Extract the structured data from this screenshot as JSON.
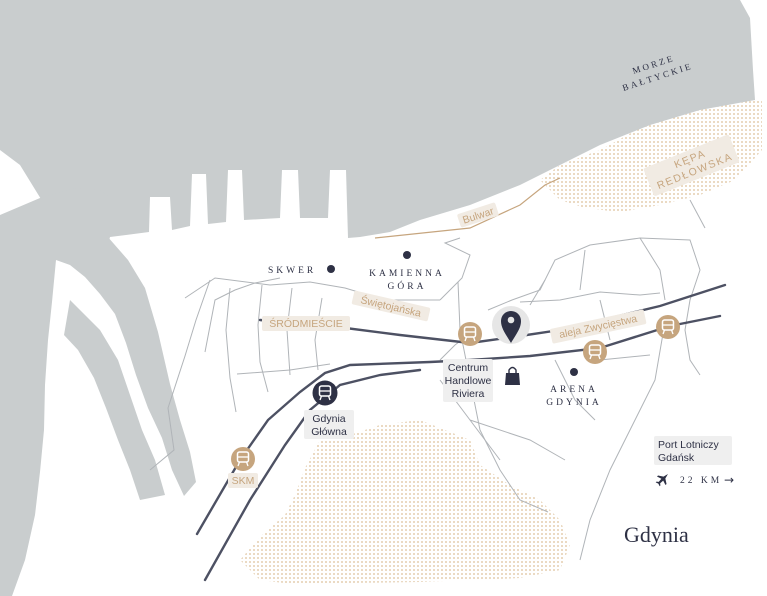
{
  "map": {
    "city": "Gdynia",
    "sea_label_line1": "MORZE",
    "sea_label_line2": "BAŁTYCKIE",
    "kepa_line1": "KĘPA",
    "kepa_line2": "REDŁOWSKA",
    "bulwar": "Bulwar",
    "swietojanska": "Świętojańska",
    "srodmiescie": "ŚRÓDMIEŚCIE",
    "aleja": "aleja Zwycięstwa",
    "skwer": "SKWER",
    "kamienna_line1": "KAMIENNA",
    "kamienna_line2": "GÓRA",
    "centrum_line1": "Centrum",
    "centrum_line2": "Handlowe",
    "centrum_line3": "Riviera",
    "arena_line1": "ARENA",
    "arena_line2": "GDYNIA",
    "station_line1": "Gdynia",
    "station_line2": "Główna",
    "skm": "SKM",
    "airport_line1": "Port Lotniczy",
    "airport_line2": "Gdańsk",
    "airport_distance": "22 KM",
    "arrow": "→"
  },
  "colors": {
    "sea": "#c9cdce",
    "sand": "#e3ccab",
    "road": "#b0b4b8",
    "rail": "#4d5163",
    "accent": "#c6a57e",
    "marker": "#2e3145"
  }
}
